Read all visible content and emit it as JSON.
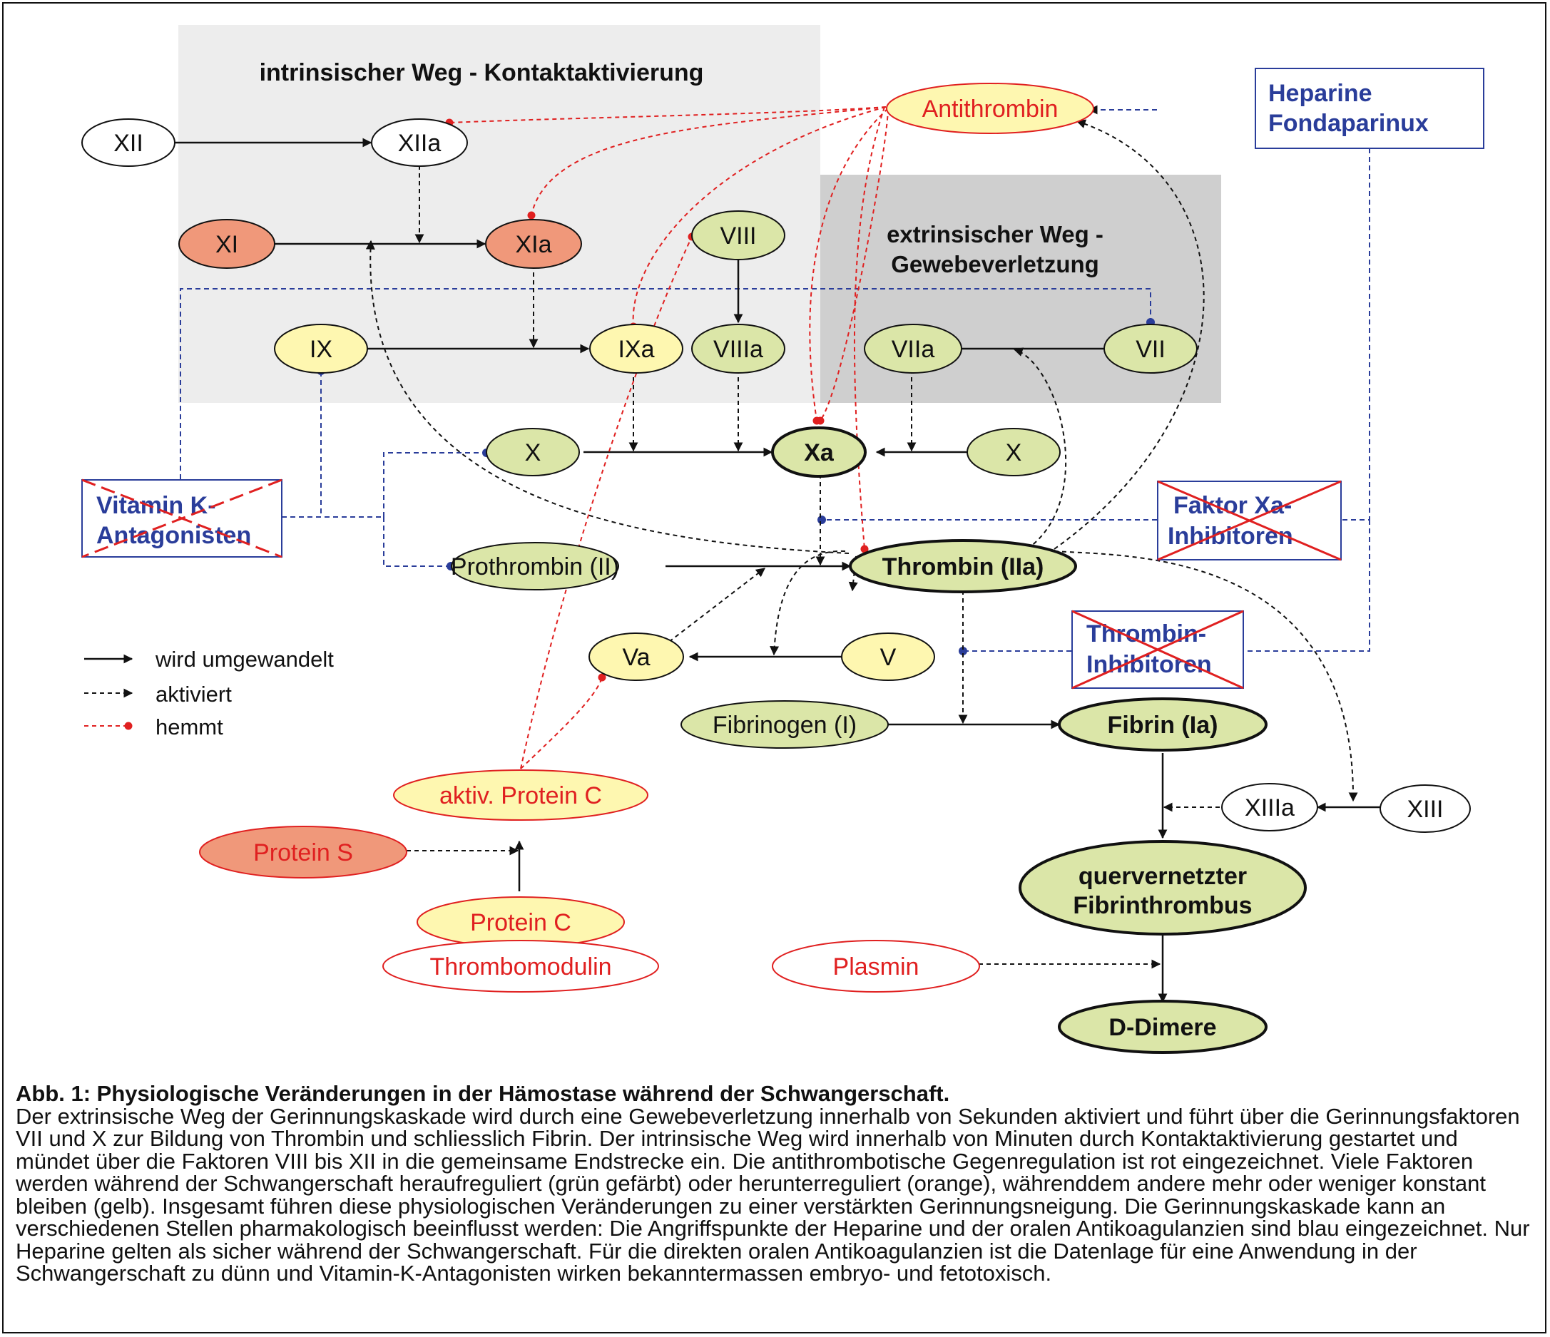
{
  "regions": {
    "intrinsic": "intrinsischer Weg - Kontaktaktivierung",
    "extrinsic_line1": "extrinsischer Weg -",
    "extrinsic_line2": "Gewebeverletzung"
  },
  "nodes": {
    "xii": "XII",
    "xiia": "XIIa",
    "xi": "XI",
    "xia": "XIa",
    "viii": "VIII",
    "ix": "IX",
    "ixa": "IXa",
    "viiia": "VIIIa",
    "viia": "VIIa",
    "vii": "VII",
    "x_left": "X",
    "xa": "Xa",
    "x_right": "X",
    "prothrombin": "Prothrombin (II)",
    "thrombin": "Thrombin (IIa)",
    "va": "Va",
    "v": "V",
    "fibrinogen": "Fibrinogen (I)",
    "fibrin": "Fibrin (Ia)",
    "xiiia": "XIIIa",
    "xiii": "XIII",
    "crosslinked_line1": "quervernetzter",
    "crosslinked_line2": "Fibrinthrombus",
    "ddimere": "D-Dimere",
    "antithrombin": "Antithrombin",
    "aktiv_protein_c": "aktiv. Protein C",
    "protein_s": "Protein S",
    "protein_c": "Protein C",
    "thrombomodulin": "Thrombomodulin",
    "plasmin": "Plasmin"
  },
  "drugs": {
    "heparine_line1": "Heparine",
    "heparine_line2": "Fondaparinux",
    "vitk_line1": "Vitamin K-",
    "vitk_line2": "Antagonisten",
    "xa_inh_line1": "Faktor Xa-",
    "xa_inh_line2": "Inhibitoren",
    "thr_inh_line1": "Thrombin-",
    "thr_inh_line2": "Inhibitoren"
  },
  "legend": {
    "converted": "wird umgewandelt",
    "activates": "aktiviert",
    "inhibits": "hemmt"
  },
  "colors": {
    "green_upregulated": "#dbe6a8",
    "orange_downregulated": "#f0987a",
    "yellow_constant": "#fef7b0",
    "inhibition_red": "#e02020",
    "pharmacology_blue": "#2a3d9a",
    "intrinsic_region": "#ededed",
    "extrinsic_region": "#cfcfcf"
  },
  "caption": {
    "title": "Abb. 1: Physiologische Veränderungen in der Hämostase während der Schwangerschaft.",
    "body": "Der extrinsische Weg der Gerinnungskaskade wird durch eine Gewebeverletzung innerhalb von Sekunden aktiviert und führt über die Gerinnungsfaktoren VII und X zur Bildung von Thrombin und schliesslich Fibrin. Der intrinsische Weg wird innerhalb von Minuten durch Kontaktaktivierung gestartet und mündet über die Faktoren VIII bis XII in die gemeinsame Endstrecke ein. Die antithrombotische Gegenregulation ist rot eingezeichnet. Viele Faktoren werden während der Schwangerschaft heraufreguliert (grün gefärbt) oder herunterreguliert (orange), währenddem andere mehr oder weniger konstant bleiben (gelb). Insgesamt führen diese physiologischen Veränderungen zu einer verstärkten Gerinnungsneigung. Die Gerinnungskaskade kann an verschiedenen Stellen pharmakologisch beeinflusst werden: Die Angriffspunkte der Heparine und der oralen Antikoagulanzien sind blau eingezeichnet. Nur Heparine gelten als sicher während der Schwangerschaft. Für die direkten oralen Antikoagulanzien ist die Datenlage für eine Anwendung in der Schwangerschaft zu dünn und Vitamin-K-Antagonisten wirken bekanntermassen embryo- und fetotoxisch."
  }
}
